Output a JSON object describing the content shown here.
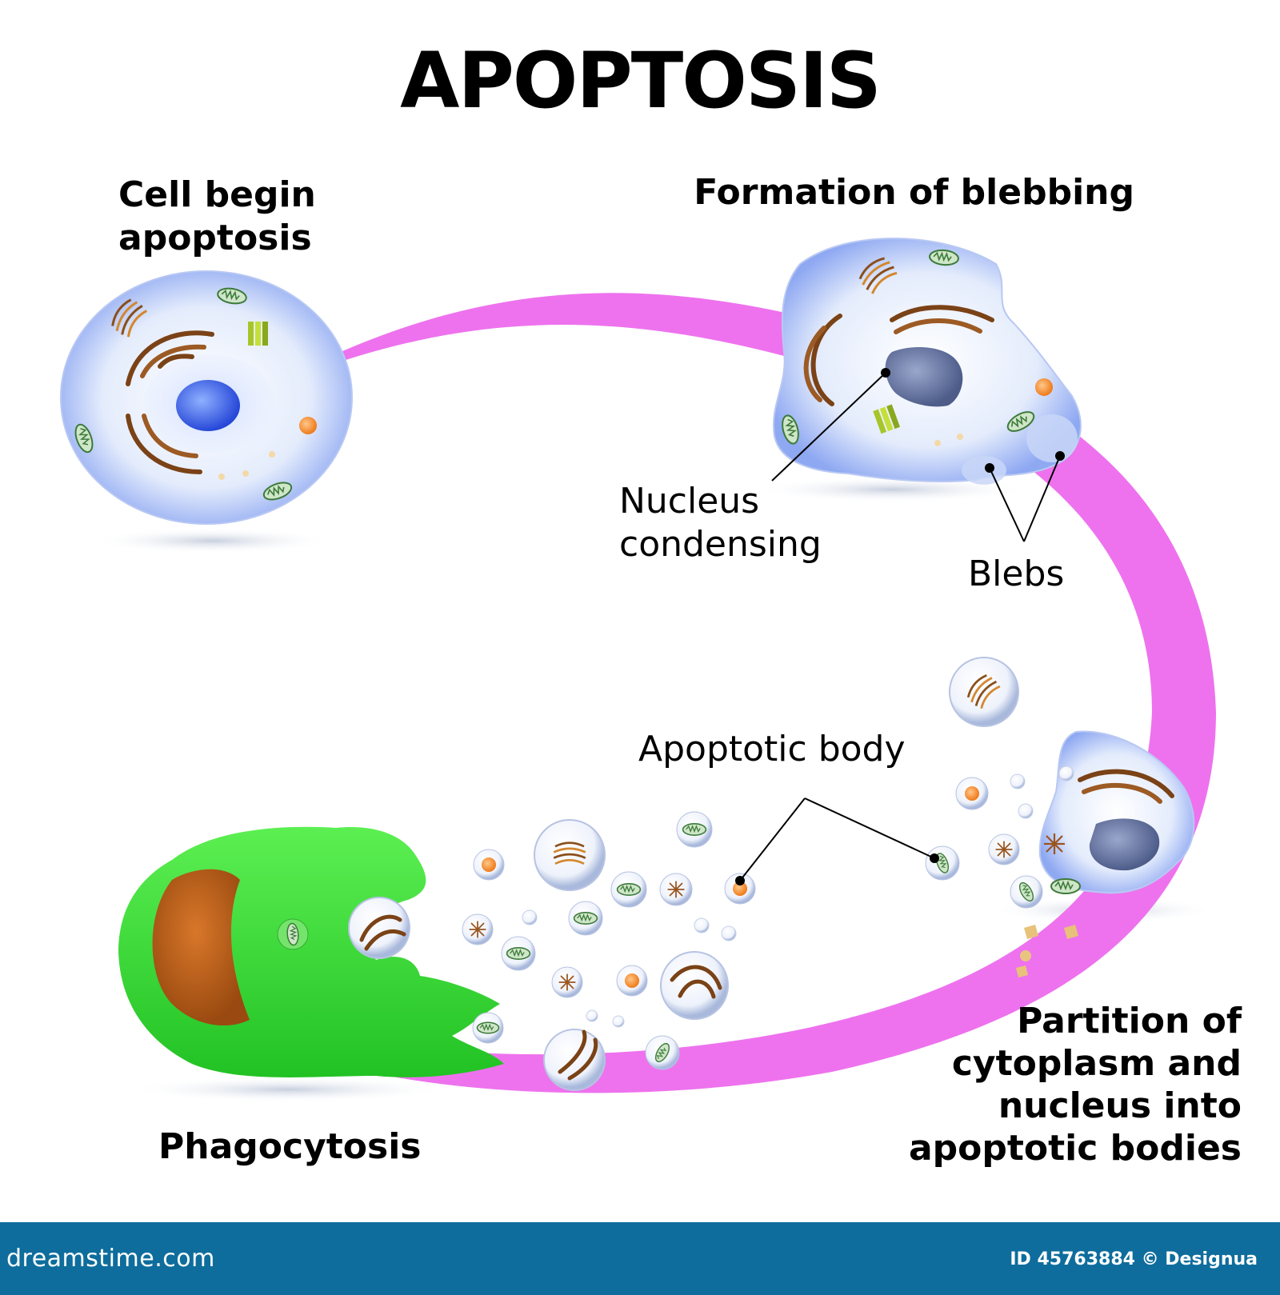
{
  "title": "APOPTOSIS",
  "stages": {
    "begin": [
      "Cell begin",
      "apoptosis"
    ],
    "blebbing": "Formation of blebbing",
    "partition": [
      "Partition of",
      "cytoplasm and",
      "nucleus into",
      "apoptotic bodies"
    ],
    "phagocytosis": "Phagocytosis"
  },
  "labels": {
    "nucleus": [
      "Nucleus",
      "condensing"
    ],
    "blebs": "Blebs",
    "apoptotic_body": "Apoptotic body"
  },
  "footer": {
    "logo": "dreamstime.com",
    "id": "ID 45763884 © Designua"
  },
  "colors": {
    "arrow": "#ee70ee",
    "cell": "#dfe8fb",
    "nucleus": "#3b5ee8",
    "condensed_nucleus": "#6f7fae",
    "phagocyte": "#3fdc3a",
    "phagocyte_nucleus": "#c0621a",
    "footer": "#0e6d9d"
  }
}
